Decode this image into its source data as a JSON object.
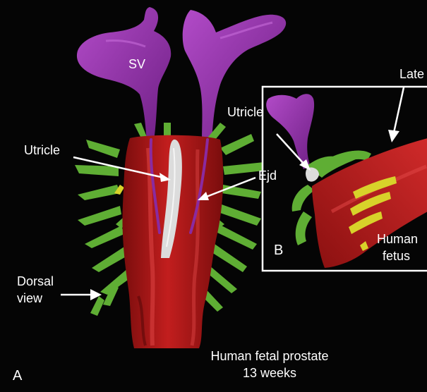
{
  "panels": {
    "a": {
      "panel_letter": "A",
      "labels": {
        "sv": "SV",
        "utricle": "Utricle",
        "ejd": "Ejd",
        "dorsal_line1": "Dorsal",
        "dorsal_line2": "view"
      },
      "caption": {
        "line1": "Human fetal prostate",
        "line2": "13 weeks"
      }
    },
    "b": {
      "panel_letter": "B",
      "labels": {
        "utricle": "Utricle",
        "lateral_partial": "Late"
      },
      "caption": {
        "line1": "Human",
        "line2": "fetus"
      }
    }
  },
  "colors": {
    "background": "#050505",
    "seminal_vesicle": "#9a2fb0",
    "urethra_red": "#b01818",
    "prostate_green": "#5fae34",
    "yellow_ducts": "#d8d22a",
    "utricle_white": "#dcdcdc",
    "text": "#ffffff"
  }
}
